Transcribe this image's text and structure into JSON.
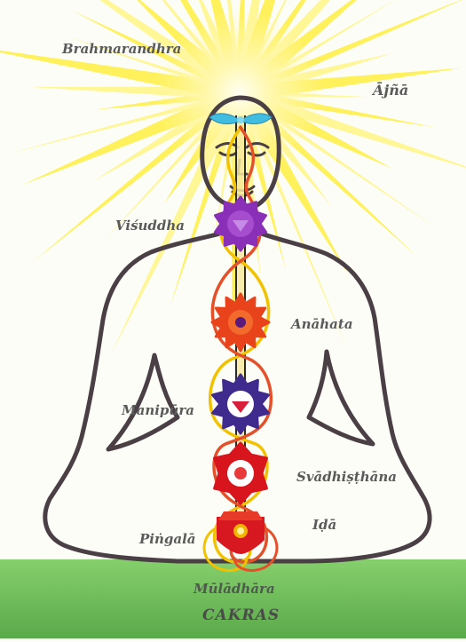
{
  "labels": {
    "brahmarandhra": "Brahmarandhra",
    "ajna": "Ājñā",
    "visuddha": "Viśuddha",
    "anahata": "Anāhata",
    "manipura": "Manipūra",
    "svadhisthana": "Svādhiṣṭhāna",
    "ida": "Iḍā",
    "pingala": "Piṅgalā",
    "muladhara": "Mūlādhāra"
  },
  "caption": "CAKRAS",
  "colors": {
    "sun": "#fff37a",
    "sun_core": "#fffde0",
    "body_outline": "#4a3f45",
    "ground": "#6fbf5a",
    "ida": "#f2c200",
    "pingala": "#e4502a",
    "ajna": "#40bde0",
    "visuddha": "#8a2fb8",
    "anahata": "#e9431c",
    "manipura": "#3f2a8e",
    "svadhisthana": "#d8141c",
    "muladhara": "#d81820"
  }
}
